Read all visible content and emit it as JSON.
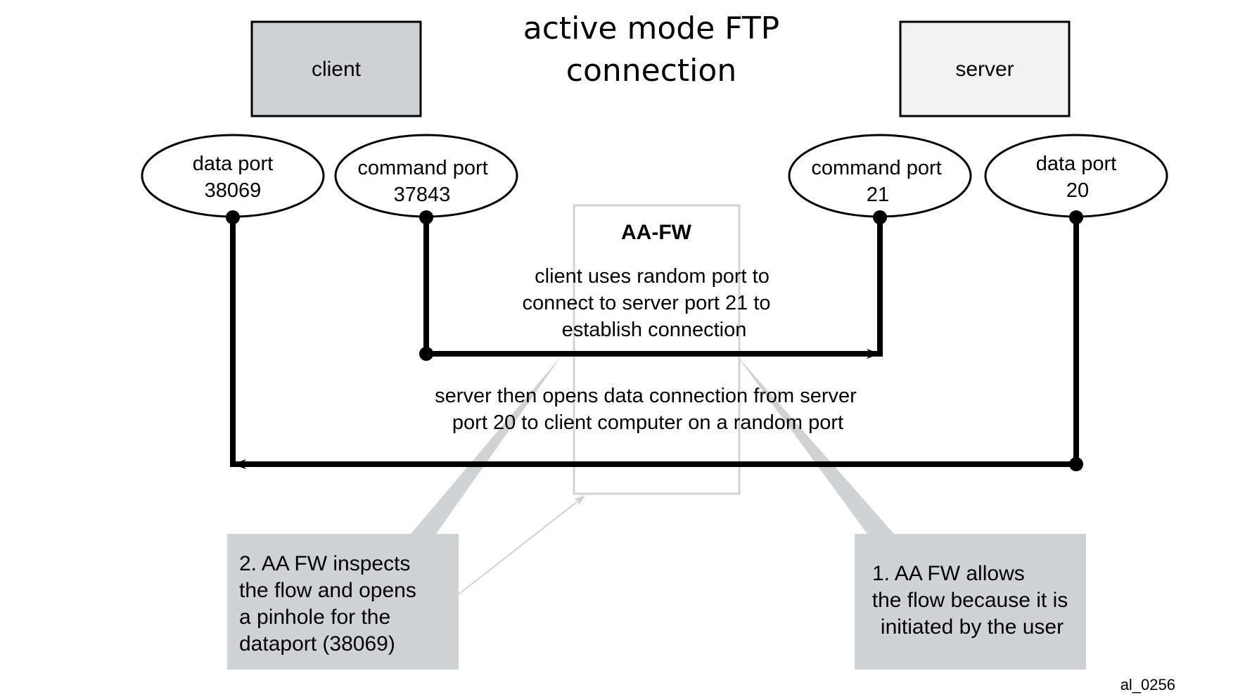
{
  "title": {
    "line1": "active mode FTP",
    "line2": "connection"
  },
  "hosts": {
    "client": {
      "label": "client",
      "fill": "#d1d2d4"
    },
    "server": {
      "label": "server",
      "fill": "#f1f1f2"
    }
  },
  "ports": {
    "client_data": {
      "line1": "data port",
      "line2": "38069"
    },
    "client_command": {
      "line1": "command port",
      "line2": "37843"
    },
    "server_command": {
      "line1": "command port",
      "line2": "21"
    },
    "server_data": {
      "line1": "data port",
      "line2": "20"
    }
  },
  "firewall": {
    "label": "AA-FW",
    "border_color": "#d1d2d4"
  },
  "flows": {
    "command": {
      "from": "client command port 37843",
      "to": "server command port 21",
      "description": [
        "client uses random port to",
        "connect to server port 21 to",
        "establish connection"
      ]
    },
    "data": {
      "from": "server data port 20",
      "to": "client data port 38069",
      "description": [
        "server then opens data connection from server",
        "port 20 to client computer on a random port"
      ]
    }
  },
  "callouts": {
    "step2": {
      "lines": [
        "2. AA FW inspects",
        "the flow and opens",
        "a pinhole for the",
        "dataport (38069)"
      ]
    },
    "step1": {
      "lines": [
        "1. AA FW allows",
        "the flow because it is",
        "initiated by the user"
      ]
    },
    "fill": "#d1d2d4"
  },
  "figure_id": "al_0256"
}
